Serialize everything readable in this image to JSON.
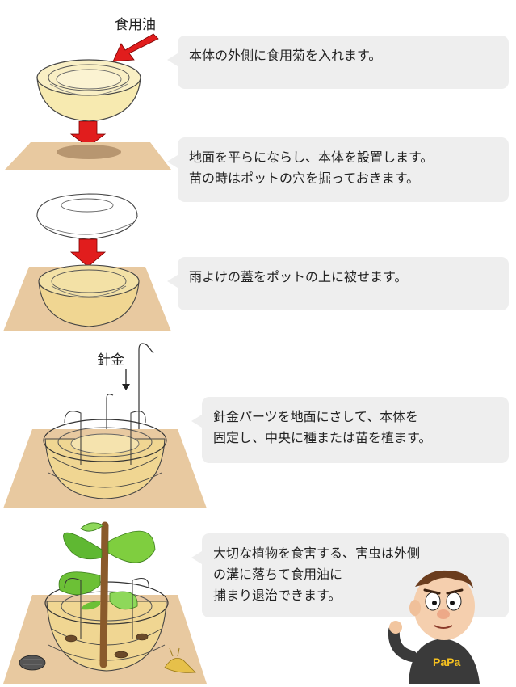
{
  "steps": [
    {
      "lines": [
        "本体の外側に食用菊を入れます。"
      ]
    },
    {
      "lines": [
        "地面を平らにならし、本体を設置します。",
        "苗の時はポットの穴を掘っておきます。"
      ]
    },
    {
      "lines": [
        "雨よけの蓋をポットの上に被せます。"
      ]
    },
    {
      "lines": [
        "針金パーツを地面にさして、本体を",
        "固定し、中央に種または苗を植ます。"
      ]
    },
    {
      "lines": [
        "大切な植物を食害する、害虫は外側",
        "の溝に落ちて食用油に",
        "捕まり退治できます。"
      ]
    }
  ],
  "labels": {
    "oil": "食用油",
    "wire": "針金"
  },
  "mascot": {
    "shirt_text": "PaPa"
  },
  "colors": {
    "bubble": "#eeeeee",
    "ground": "#e8c9a0",
    "oil": "#f6e7a6",
    "arrow": "#e11d1d"
  }
}
